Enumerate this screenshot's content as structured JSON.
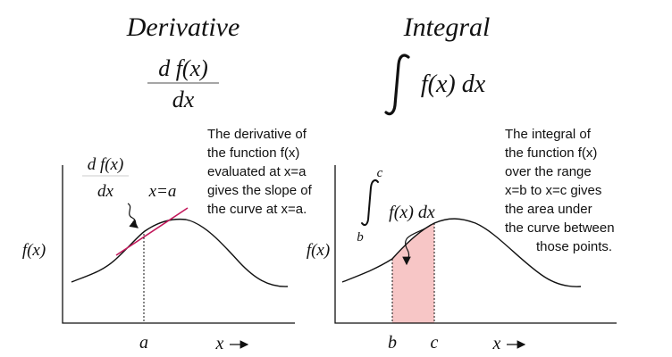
{
  "derivative": {
    "title": "Derivative",
    "notation_numerator": "d f(x)",
    "notation_denominator": "dx",
    "graph_label_numerator": "d f(x)",
    "graph_label_denominator": "dx",
    "point_label": "x=a",
    "y_axis_label": "f(x)",
    "x_tick_label": "a",
    "x_axis_label": "x",
    "explanation": [
      "The derivative of",
      "the function f(x)",
      "evaluated at x=a",
      "gives the slope of",
      "the curve at x=a."
    ],
    "tangent_color": "#c2185b"
  },
  "integral": {
    "title": "Integral",
    "notation": "f(x) dx",
    "graph_integrand": "f(x) dx",
    "upper_limit": "c",
    "lower_limit": "b",
    "y_axis_label": "f(x)",
    "x_tick_b": "b",
    "x_tick_c": "c",
    "x_axis_label": "x",
    "explanation": [
      "The integral of",
      "the function f(x)",
      "over the range",
      "x=b to x=c gives",
      "the area under",
      "the curve between",
      "those points."
    ],
    "area_color": "#f7c6c6"
  }
}
